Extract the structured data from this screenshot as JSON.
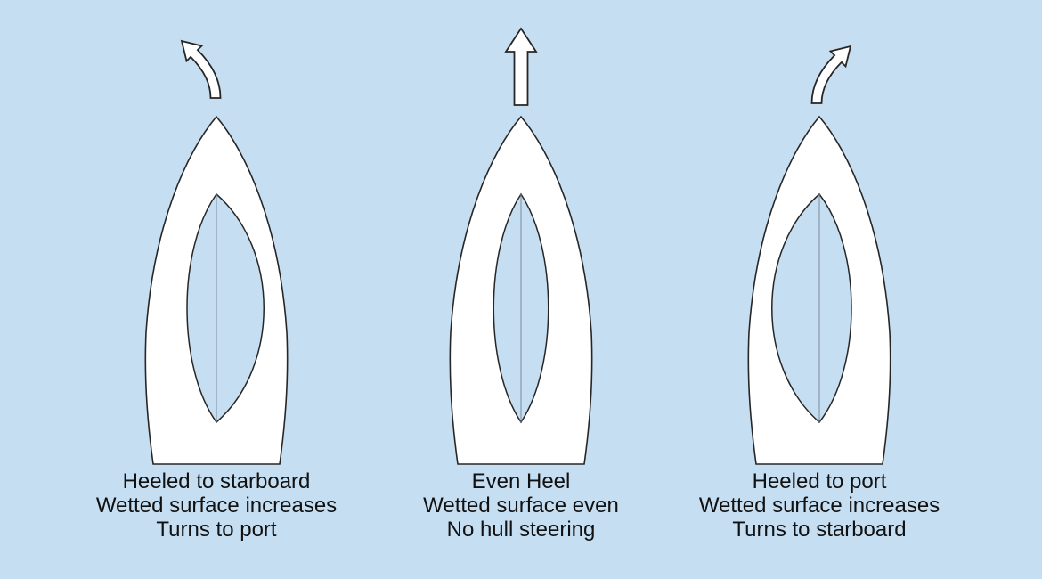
{
  "colors": {
    "background": "#c6def2",
    "shape_fill": "#ffffff",
    "outline": "#262626",
    "centerline": "#7d8c99",
    "text": "#111111"
  },
  "panels": [
    {
      "name": "heeled-to-starboard",
      "arrow_direction": "up-left",
      "caption_lines": [
        "Heeled to starboard",
        "Wetted surface increases",
        "Turns to port"
      ]
    },
    {
      "name": "even-heel",
      "arrow_direction": "up",
      "caption_lines": [
        "Even Heel",
        "Wetted surface even",
        "No hull steering"
      ]
    },
    {
      "name": "heeled-to-port",
      "arrow_direction": "up-right",
      "caption_lines": [
        "Heeled to port",
        "Wetted surface increases",
        "Turns to starboard"
      ]
    }
  ]
}
